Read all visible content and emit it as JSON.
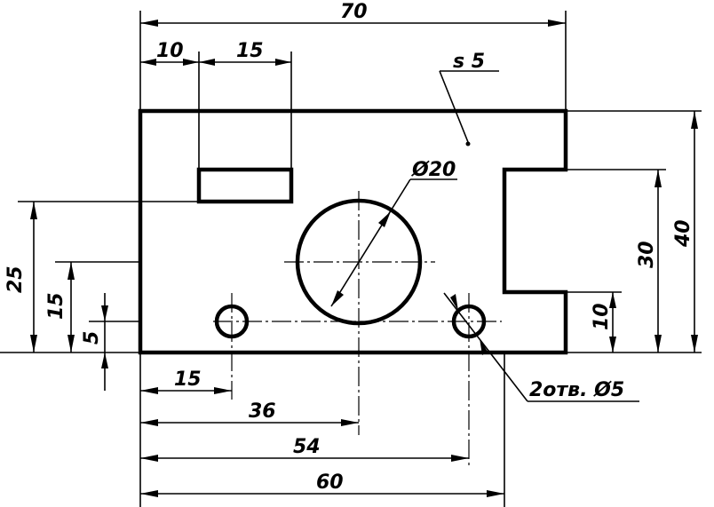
{
  "drawing": {
    "dimensions": {
      "overall_width": "70",
      "slot_offset": "10",
      "slot_width": "15",
      "thickness_label": "s 5",
      "big_hole_diameter": "Ø20",
      "overall_height": "40",
      "notch_height": "30",
      "notch_bottom": "10",
      "slot_bottom_height": "25",
      "center_height": "15",
      "small_holes_height": "5",
      "left_hole_x": "15",
      "big_hole_x": "36",
      "right_hole_x": "54",
      "notch_x": "60",
      "small_holes_note": "2отв. Ø5"
    }
  }
}
